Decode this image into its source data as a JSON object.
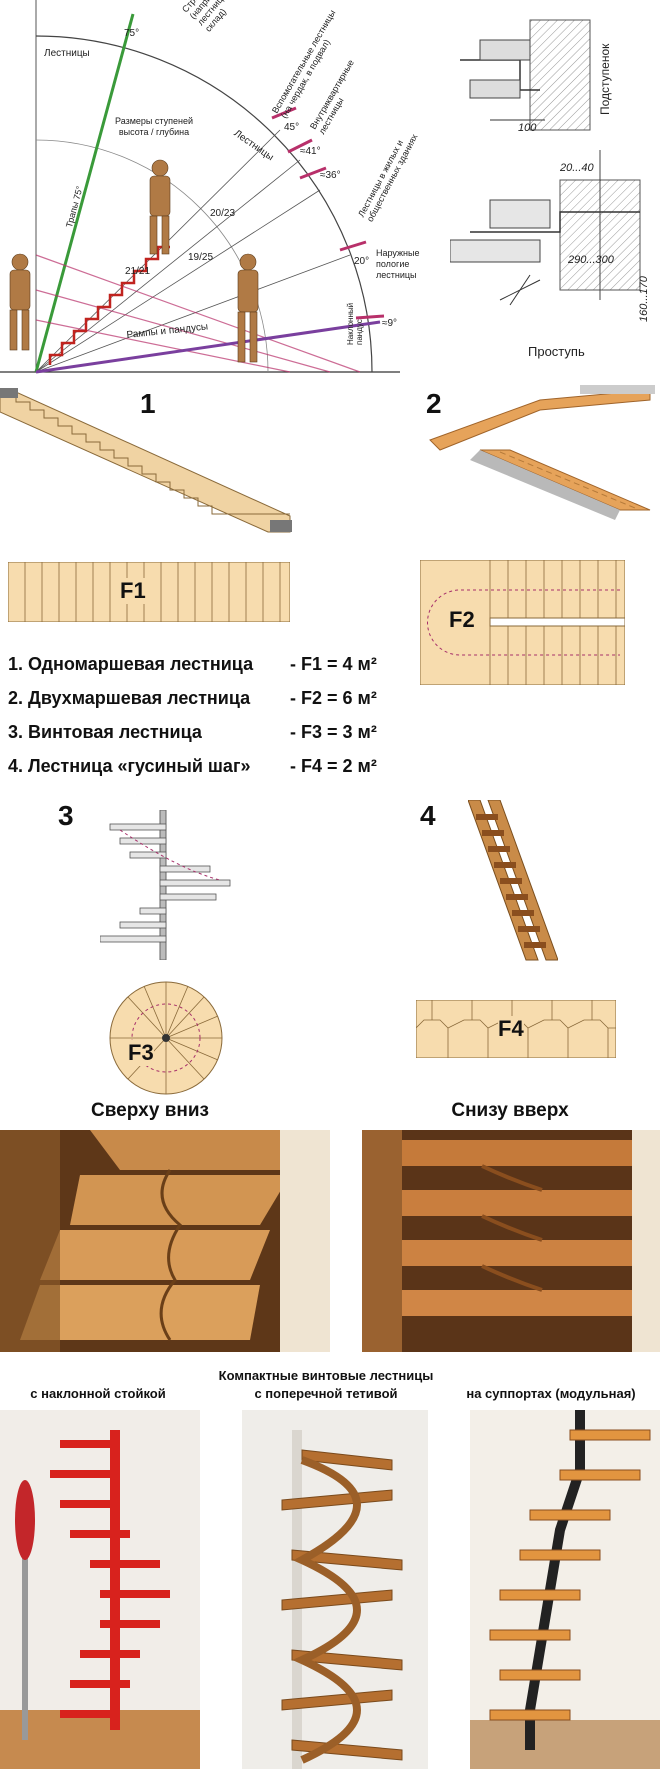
{
  "diagram": {
    "angle_75": "75°",
    "ladders_label": "Лестницы",
    "stepladder_label": "Стремянки (например, лестницы на склад)",
    "aux_label": "Вспомогательные лестницы (на чердак, в подвал)",
    "intra_label": "Внутриквартирные лестницы",
    "residential_label": "Лестницы в жилых и общественных зданиях",
    "outdoor_label": "Наружные пологие лестницы",
    "slope_label": "Наклонный пандус",
    "trap_label": "Трапы 75°",
    "step_sizes_label": "Размеры ступеней высота / глубина",
    "ramps_label": "Рампы и пандусы",
    "ladders_arc_label": "Лестницы",
    "ratio_2023": "20/23",
    "ratio_2121": "21/21",
    "ratio_1925": "19/25",
    "angles": [
      "45°",
      "≈41°",
      "≈36°",
      "20°",
      "≈9°"
    ],
    "podstupenok": "Подступенок",
    "dim_100": "100",
    "dim_2040": "20...40",
    "dim_290300": "290...300",
    "dim_160170": "160...170",
    "prostup": "Проступь"
  },
  "numbers": {
    "n1": "1",
    "n2": "2",
    "n3": "3",
    "n4": "4"
  },
  "areas": {
    "f1": "F1",
    "f2": "F2",
    "f3": "F3",
    "f4": "F4"
  },
  "legend": [
    {
      "name": "1. Одномаршевая лестница",
      "value": "-  F1 = 4 м²"
    },
    {
      "name": "2. Двухмаршевая лестница",
      "value": "-  F2 = 6 м²"
    },
    {
      "name": "3. Винтовая лестница",
      "value": "-  F3 = 3 м²"
    },
    {
      "name": "4. Лестница «гусиный шаг»",
      "value": "-  F4 = 2 м²"
    }
  ],
  "captions": {
    "top_down": "Сверху вниз",
    "bottom_up": "Снизу вверх",
    "inclined": "с наклонной стойкой",
    "compact": "Компактные винтовые лестницы",
    "transverse": "с поперечной тетивой",
    "supports": "на суппортах (модульная)"
  },
  "colors": {
    "wood": "#f3d7a8",
    "wood_dark": "#c48a43",
    "stair_red": "#d8221d",
    "green_line": "#3a9a3a",
    "purple_line": "#7a3f9e",
    "magenta_line": "#b8306a"
  }
}
